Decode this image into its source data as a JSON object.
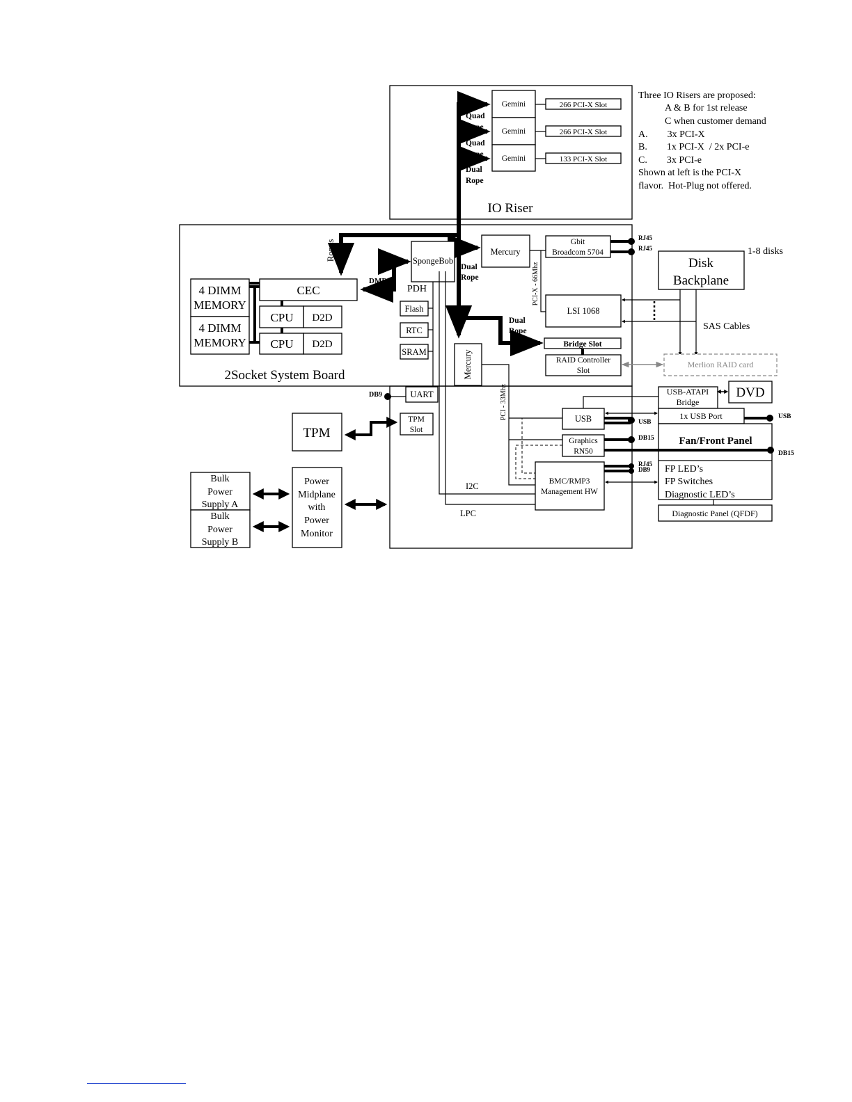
{
  "io_riser": {
    "title": "IO Riser",
    "geminis": [
      "Gemini",
      "Gemini",
      "Gemini"
    ],
    "slots": [
      "266 PCI-X Slot",
      "266 PCI-X Slot",
      "133 PCI-X Slot"
    ],
    "ropes": [
      {
        "line1": "Quad",
        "line2": "Rope"
      },
      {
        "line1": "Quad",
        "line2": "Rope"
      },
      {
        "line1": "Dual",
        "line2": "Rope"
      }
    ]
  },
  "notes": {
    "lines": [
      "Three IO Risers are proposed:",
      "A & B for 1st release",
      "C when customer demand",
      "A.        3x PCI-X",
      "B.        1x PCI-X  / 2x PCI-e",
      "C.        3x PCI-e",
      "Shown at left is the PCI-X",
      "flavor.  Hot-Plug not offered."
    ]
  },
  "system_board": {
    "title": "2Socket System Board",
    "ropes_label": "Ropes",
    "dmd_label": "DMD",
    "memory_1": {
      "line1": "4 DIMM",
      "line2": "MEMORY"
    },
    "memory_2": {
      "line1": "4 DIMM",
      "line2": "MEMORY"
    },
    "cec": "CEC",
    "cpu_1": "CPU",
    "d2d_1": "D2D",
    "cpu_2": "CPU",
    "d2d_2": "D2D",
    "spongebob": "SpongeBob",
    "pdh": "PDH",
    "flash": "Flash",
    "rtc": "RTC",
    "sram": "SRAM",
    "uart": "UART",
    "db9": "DB9",
    "tpm_slot": {
      "line1": "TPM",
      "line2": "Slot"
    },
    "i2c": "I2C",
    "lpc": "LPC"
  },
  "io": {
    "mercury_top": "Mercury",
    "mercury_side": "Mercury",
    "dual_rope_1": {
      "line1": "Dual",
      "line2": "Rope"
    },
    "dual_rope_2": {
      "line1": "Dual",
      "line2": "Rope"
    },
    "pcix_66": "PCI-X - 66Mhz",
    "pci_33": "PCI - 33Mhz",
    "gbit": {
      "line1": "Gbit",
      "line2": "Broadcom 5704"
    },
    "rj45_1": "RJ45",
    "rj45_2": "RJ45",
    "lsi": "LSI 1068",
    "bridge_slot": "Bridge Slot",
    "raid_slot": {
      "line1": "RAID Controller",
      "line2": "Slot"
    },
    "usb": "USB",
    "usb_conn": "USB",
    "graphics": {
      "line1": "Graphics",
      "line2": "RN50"
    },
    "db15": "DB15",
    "bmc": {
      "line1": "BMC/RMP3",
      "line2": "Management HW"
    },
    "rj45_3": "RJ45",
    "db9_2": "DB9"
  },
  "peripherals": {
    "disks": "1-8 disks",
    "disk_backplane": {
      "line1": "Disk",
      "line2": "Backplane"
    },
    "sas_cables": "SAS Cables",
    "merlion": "Merlion RAID card",
    "usb_atapi": {
      "line1": "USB-ATAPI",
      "line2": "Bridge"
    },
    "dvd": "DVD",
    "usb_port": "1x USB Port",
    "usb_ext": "USB",
    "fan_front_panel": "Fan/Front Panel",
    "db15_ext": "DB15",
    "fp_lines": [
      "FP LED’s",
      "FP Switches",
      "Diagnostic LED’s"
    ],
    "diag_panel": "Diagnostic Panel (QFDF)"
  },
  "tpm": "TPM",
  "power": {
    "supply_a": [
      "Bulk",
      "Power",
      "Supply A"
    ],
    "supply_b": [
      "Bulk",
      "Power",
      "Supply B"
    ],
    "midplane": [
      "Power",
      "Midplane",
      "with",
      "Power",
      "Monitor"
    ]
  }
}
